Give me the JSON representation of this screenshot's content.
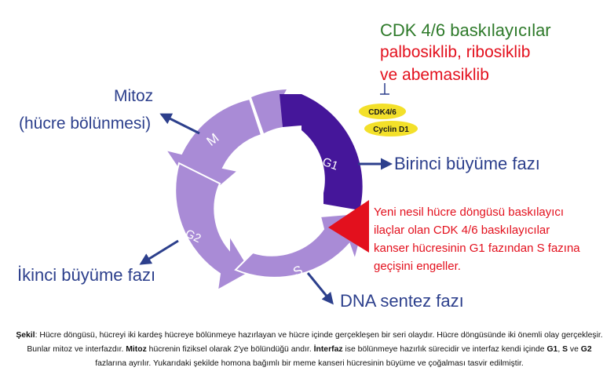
{
  "inhibitors": {
    "title": "CDK 4/6 baskılayıcılar",
    "drugs_line1": "palbosiklib, ribosiklib",
    "drugs_line2": "ve abemasiklib"
  },
  "badges": {
    "cdk": "CDK4/6",
    "cyclin": "Cyclin D1"
  },
  "phases": {
    "m": "M",
    "g1": "G1",
    "g2": "G2",
    "s": "S"
  },
  "labels": {
    "mitosis_line1": "Mitoz",
    "mitosis_line2": "(hücre bölünmesi)",
    "g1_desc": "Birinci büyüme fazı",
    "g2_desc": "İkinci büyüme fazı",
    "s_desc": "DNA sentez fazı"
  },
  "note": {
    "line1": "Yeni nesil hücre döngüsü baskılayıcı",
    "line2": "ilaçlar olan CDK 4/6 baskılayıcılar",
    "line3": "kanser hücresinin G1 fazından S fazına",
    "line4": "geçişini engeller."
  },
  "caption": {
    "p1_bold": "Şekil",
    "p1": ": Hücre döngüsü, hücreyi iki kardeş hücreye bölünmeye hazırlayan ve hücre içinde gerçekleşen bir seri olaydır. Hücre döngüsünde iki önemli olay gerçekleşir.  Bunlar mitoz ve interfazdır. ",
    "p2_bold": "Mitoz",
    "p2": " hücrenin fiziksel olarak 2'ye bölündüğü andır. ",
    "p3_bold": "İnterfaz",
    "p3": " ise bölünmeye hazırlık sürecidir ve interfaz kendi içinde ",
    "g1_bold": "G1",
    "sep1": ", ",
    "s_bold": "S",
    "sep2": " ve ",
    "g2_bold": "G2",
    "p4": " fazlarına ayrılır. Yukarıdaki şekilde homona bağımlı bir meme kanseri hücresinin büyüme ve çoğalması tasvir edilmiştir."
  },
  "colors": {
    "light_purple": "#a98bd6",
    "dark_purple": "#45169a",
    "arrow_blue": "#2c3f8c",
    "red": "#e3101d",
    "badge_yellow": "#f3e02a"
  }
}
